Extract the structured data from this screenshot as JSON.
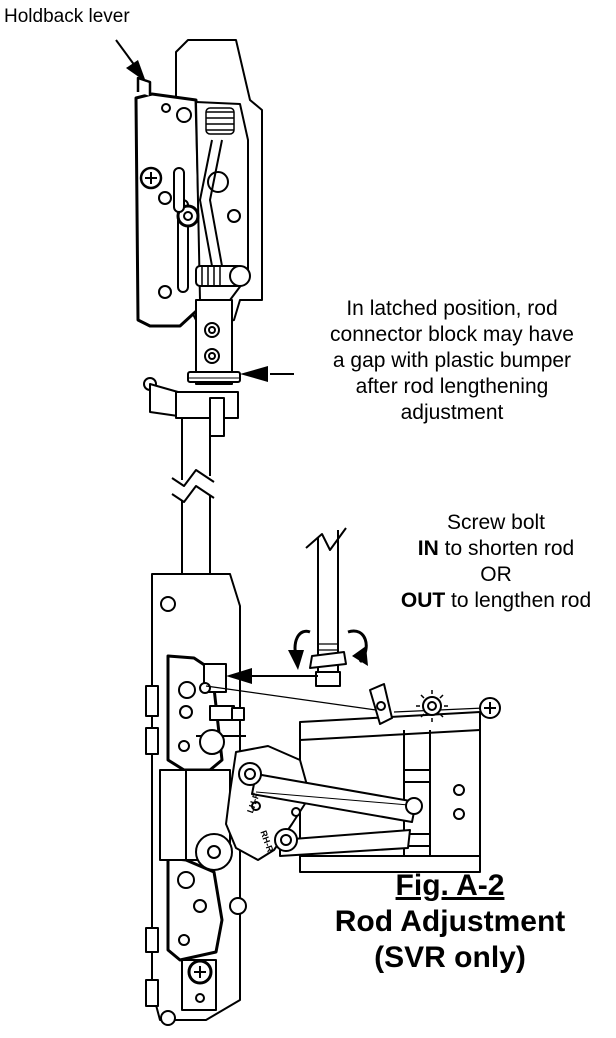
{
  "callouts": {
    "holdback_lever": "Holdback lever",
    "latched_note": [
      "In latched position, rod",
      "connector block may have",
      "a gap with plastic bumper",
      "after rod lengthening",
      "adjustment"
    ],
    "screw": {
      "line1": "Screw bolt",
      "in_bold": "IN",
      "in_rest": " to shorten rod",
      "or": "OR",
      "out_bold": "OUT",
      "out_rest": " to lengthen rod"
    }
  },
  "figure": {
    "title": "Fig. A-2",
    "caption_line1": "Rod Adjustment",
    "caption_line2": "(SVR only)"
  },
  "part_labels": {
    "lh_f": "LH-F",
    "rh_r": "RH-R"
  }
}
